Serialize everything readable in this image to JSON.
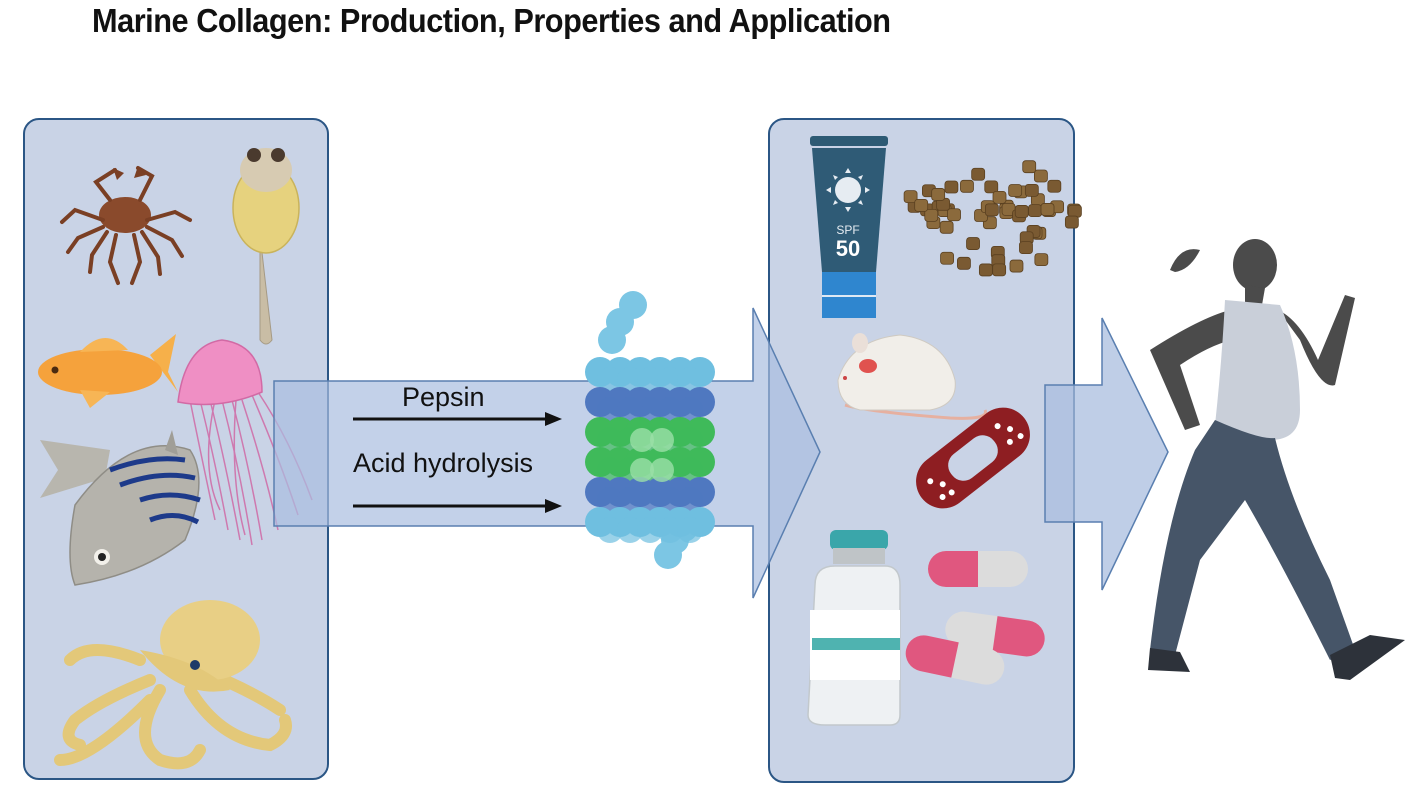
{
  "title": "Marine Collagen: Production, Properties and Application",
  "sources": {
    "label": "marine-sources",
    "organisms": [
      "crab",
      "zebrafish-larva",
      "goldfish",
      "jellyfish",
      "zebrafish",
      "octopus"
    ]
  },
  "process": {
    "steps": [
      {
        "label": "Pepsin",
        "icon": "arrow-right"
      },
      {
        "label": "Acid hydrolysis",
        "icon": "arrow-right"
      }
    ],
    "product": "collagen-triple-helix"
  },
  "applications": {
    "items": [
      "sunscreen",
      "pet-food-pellets",
      "lab-mouse-wound-model",
      "bandage",
      "medicine-vial",
      "capsules"
    ],
    "sunscreen_text": {
      "spf_label": "SPF",
      "spf_value": "50"
    }
  },
  "outcome": {
    "figure": "walking-pregnant-woman"
  },
  "colors": {
    "panel_fill": "#c9d3e6",
    "panel_border": "#2b5685",
    "arrow_fill": "#a9bedf",
    "collagen_light_blue": "#6fbfe0",
    "collagen_dark_blue": "#4f78c0",
    "collagen_green": "#3fba5a"
  }
}
